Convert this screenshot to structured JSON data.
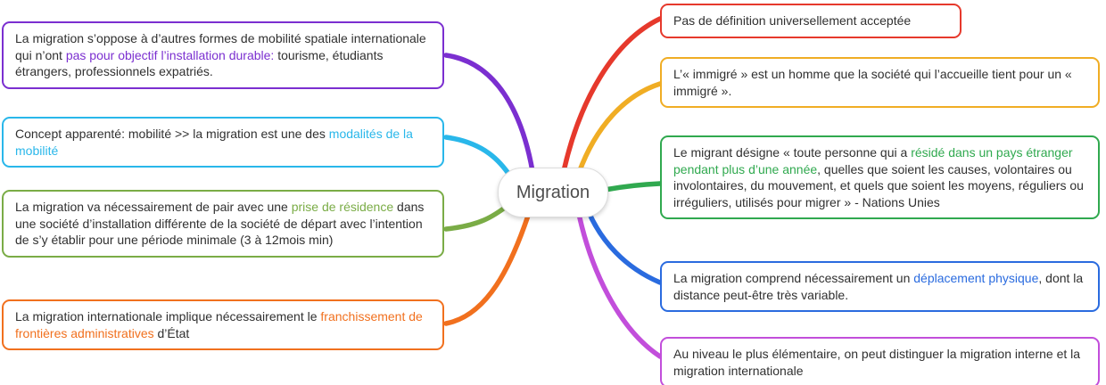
{
  "center": {
    "label": "Migration"
  },
  "left_nodes": [
    {
      "color": "#7B2FD0",
      "segments": [
        {
          "text": "La migration s’oppose à d’autres formes de mobilité spatiale internationale qui n’ont "
        },
        {
          "text": "pas pour objectif l’installation durable:",
          "highlight": true
        },
        {
          "text": " tourisme, étudiants étrangers, professionnels expatriés."
        }
      ]
    },
    {
      "color": "#29B7EA",
      "segments": [
        {
          "text": "Concept apparenté: mobilité >> la migration est une des "
        },
        {
          "text": "modalités de la mobilité",
          "highlight": true
        }
      ]
    },
    {
      "color": "#7AAC46",
      "segments": [
        {
          "text": "La migration va nécessairement de pair avec une "
        },
        {
          "text": "prise de résidence",
          "highlight": true
        },
        {
          "text": " dans une société d’installation différente de la société de départ avec l’intention de s’y établir pour une période minimale (3 à 12mois min)"
        }
      ]
    },
    {
      "color": "#F1701E",
      "segments": [
        {
          "text": "La migration internationale implique nécessairement le "
        },
        {
          "text": "franchissement de frontières administratives",
          "highlight": true
        },
        {
          "text": " d’État"
        }
      ]
    }
  ],
  "right_nodes": [
    {
      "color": "#E6392C",
      "segments": [
        {
          "text": "Pas de définition universellement acceptée"
        }
      ]
    },
    {
      "color": "#F0AD24",
      "segments": [
        {
          "text": "L’« immigré » est un homme que la société qui l’accueille tient pour un « immigré »."
        }
      ]
    },
    {
      "color": "#30A94F",
      "segments": [
        {
          "text": "Le migrant désigne « toute personne qui a "
        },
        {
          "text": "résidé dans un pays étranger pendant plus d’une année",
          "highlight": true
        },
        {
          "text": ", quelles que soient les causes, volontaires ou involontaires, du mouvement, et quels que soient les moyens, réguliers ou irréguliers, utilisés pour migrer » - Nations Unies"
        }
      ]
    },
    {
      "color": "#2A6BDF",
      "segments": [
        {
          "text": "La migration comprend nécessairement un "
        },
        {
          "text": "déplacement physique",
          "highlight": true
        },
        {
          "text": ", dont la distance peut-être très variable."
        }
      ]
    },
    {
      "color": "#C24EDB",
      "segments": [
        {
          "text": "Au niveau le plus élémentaire, on peut distinguer la migration interne et la migration internationale"
        }
      ]
    }
  ]
}
